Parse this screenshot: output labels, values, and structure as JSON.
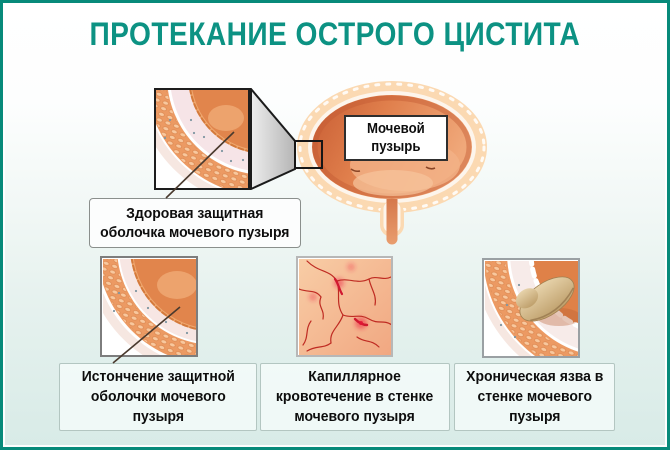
{
  "title": "ПРОТЕКАНИЕ ОСТРОГО ЦИСТИТА",
  "palette": {
    "accent_teal": "#0c9283",
    "frame_teal": "#078a7a",
    "background_bottom": "#d8ebe7",
    "illustration_orange": "#e1854c",
    "label_text": "#0d0d0d"
  },
  "overview": {
    "organ_label": "Мочевой\nпузырь",
    "healthy_wall_caption": "Здоровая защитная\nоболочка мочевого пузыря"
  },
  "stages": [
    {
      "caption": "Истончение защитной\nоболочки мочевого\nпузыря",
      "illustration": "thinned-bladder-wall-illustration"
    },
    {
      "caption": "Капиллярное\nкровотечение в стенке\nмочевого пузыря",
      "illustration": "capillary-bleeding-illustration"
    },
    {
      "caption": "Хроническая язва в\nстенке мочевого\nпузыря",
      "illustration": "chronic-ulcer-illustration"
    }
  ]
}
